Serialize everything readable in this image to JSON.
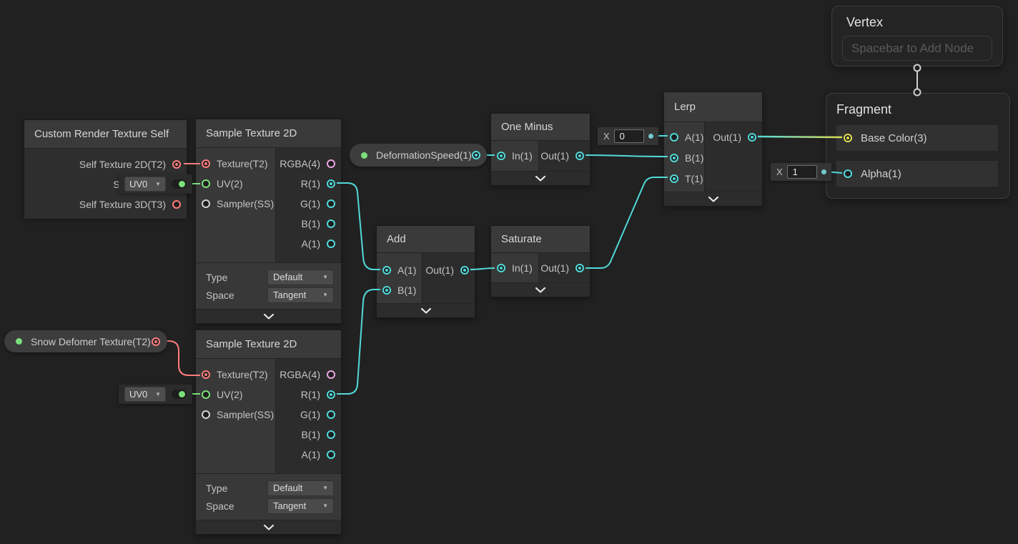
{
  "colors": {
    "cyan": "#52d9d9",
    "red": "#ff7d7d",
    "green": "#7be07b",
    "yellow": "#e0e050",
    "pink": "#eda6e3",
    "gray": "#d4d4d4",
    "wire_gray": "#cfcfcf",
    "canvas_bg": "#212121"
  },
  "nodes": {
    "crts": {
      "title": "Custom Render Texture Self",
      "rows": [
        {
          "label": "Self Texture 2D(T2)"
        },
        {
          "label": "Self Texture"
        },
        {
          "label": "Self Texture 3D(T3)"
        }
      ]
    },
    "sample1": {
      "title": "Sample Texture 2D",
      "inputs": [
        {
          "label": "Texture(T2)"
        },
        {
          "label": "UV(2)"
        },
        {
          "label": "Sampler(SS)"
        }
      ],
      "outputs": [
        {
          "label": "RGBA(4)"
        },
        {
          "label": "R(1)"
        },
        {
          "label": "G(1)"
        },
        {
          "label": "B(1)"
        },
        {
          "label": "A(1)"
        }
      ],
      "type_label": "Type",
      "type_value": "Default",
      "space_label": "Space",
      "space_value": "Tangent"
    },
    "sample2": {
      "title": "Sample Texture 2D",
      "inputs": [
        {
          "label": "Texture(T2)"
        },
        {
          "label": "UV(2)"
        },
        {
          "label": "Sampler(SS)"
        }
      ],
      "outputs": [
        {
          "label": "RGBA(4)"
        },
        {
          "label": "R(1)"
        },
        {
          "label": "G(1)"
        },
        {
          "label": "B(1)"
        },
        {
          "label": "A(1)"
        }
      ],
      "type_label": "Type",
      "type_value": "Default",
      "space_label": "Space",
      "space_value": "Tangent"
    },
    "one_minus": {
      "title": "One Minus",
      "in": "In(1)",
      "out": "Out(1)"
    },
    "add": {
      "title": "Add",
      "a": "A(1)",
      "b": "B(1)",
      "out": "Out(1)"
    },
    "saturate": {
      "title": "Saturate",
      "in": "In(1)",
      "out": "Out(1)"
    },
    "lerp": {
      "title": "Lerp",
      "a": "A(1)",
      "b": "B(1)",
      "t": "T(1)",
      "out": "Out(1)"
    },
    "vertex": {
      "title": "Vertex",
      "placeholder": "Spacebar to Add Node"
    },
    "fragment": {
      "title": "Fragment",
      "base_color": "Base Color(3)",
      "alpha": "Alpha(1)"
    }
  },
  "properties": {
    "deformation_speed": {
      "label": "DeformationSpeed(1)"
    },
    "snow_deformer": {
      "label": "Snow Defomer Texture(T2)"
    }
  },
  "widgets": {
    "uv0_a": {
      "value": "UV0"
    },
    "uv0_b": {
      "value": "UV0"
    },
    "x0": {
      "label": "X",
      "value": "0"
    },
    "x1": {
      "label": "X",
      "value": "1"
    }
  },
  "edges": [
    {
      "id": "e-selftex",
      "from": "crts.SelfTexture2D",
      "to": "sample1.Texture",
      "color": "red"
    },
    {
      "id": "e-uv1",
      "from": "widget.uv0_a",
      "to": "sample1.UV",
      "color": "green"
    },
    {
      "id": "e-r1-a",
      "from": "sample1.R",
      "to": "add.A",
      "color": "cyan"
    },
    {
      "id": "e-r2-b",
      "from": "sample2.R",
      "to": "add.B",
      "color": "cyan"
    },
    {
      "id": "e-ds-in",
      "from": "property.deformation_speed",
      "to": "one_minus.In",
      "color": "cyan"
    },
    {
      "id": "e-om-b",
      "from": "one_minus.Out",
      "to": "lerp.B",
      "color": "cyan"
    },
    {
      "id": "e-add-sat",
      "from": "add.Out",
      "to": "saturate.In",
      "color": "cyan"
    },
    {
      "id": "e-sat-t",
      "from": "saturate.Out",
      "to": "lerp.T",
      "color": "cyan"
    },
    {
      "id": "e-x0-a",
      "from": "widget.x0",
      "to": "lerp.A",
      "color": "cyan"
    },
    {
      "id": "e-out-bc",
      "from": "lerp.Out",
      "to": "fragment.BaseColor",
      "color": "cyan-yellow-gradient"
    },
    {
      "id": "e-x1-alpha",
      "from": "widget.x1",
      "to": "fragment.Alpha",
      "color": "cyan"
    },
    {
      "id": "e-snow",
      "from": "property.snow_deformer",
      "to": "sample2.Texture",
      "color": "red"
    },
    {
      "id": "e-vertex-fragment",
      "from": "vertex",
      "to": "fragment",
      "color": "gray"
    }
  ]
}
